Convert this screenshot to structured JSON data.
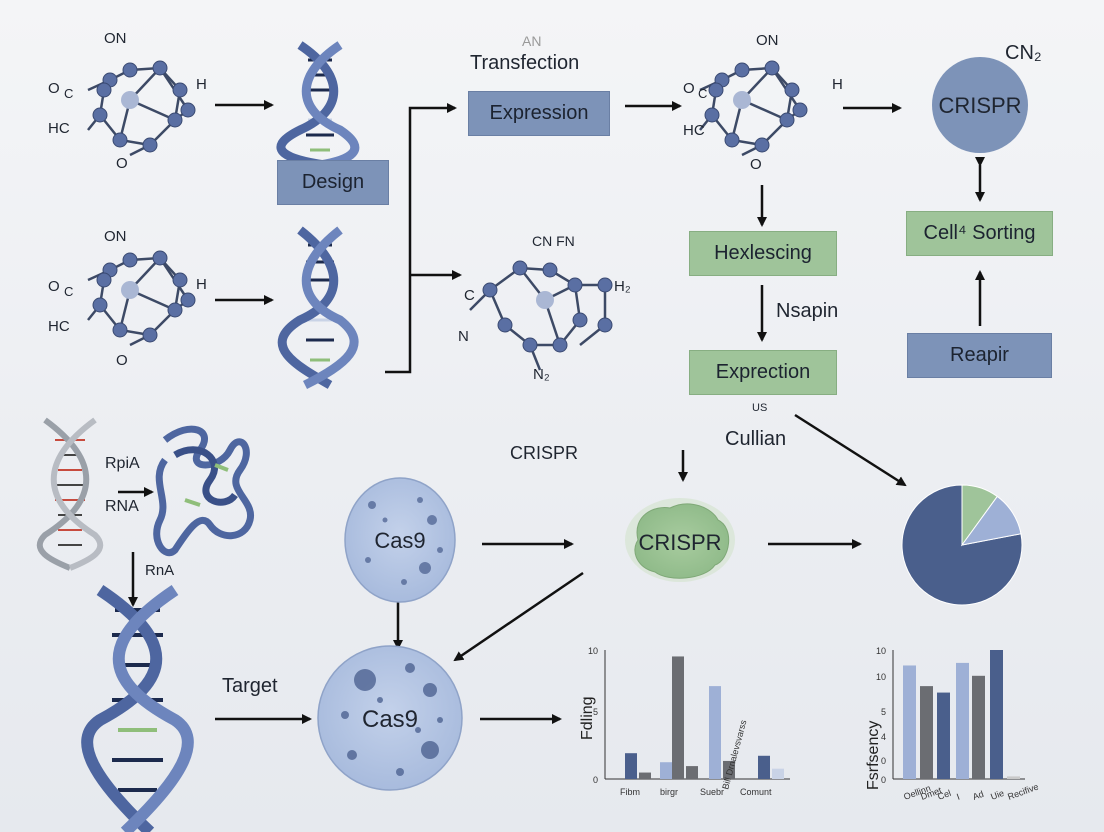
{
  "labels": {
    "transfection": "Transfection",
    "transfection_ghost": "AN",
    "cn_corner": "CN₂",
    "cn_fn": "CN  FN",
    "nsapin": "Nsapin",
    "us": "US",
    "cullian": "Cullian",
    "crispr_mid": "CRISPR",
    "rpia": "RpiA",
    "rna": "RNA",
    "rna_small": "RnA",
    "target": "Target"
  },
  "boxes": {
    "design": "Design",
    "expression": "Expression",
    "hexlescing": "Hexlescing",
    "expreection": "Exprection",
    "cell_sorting": "Cell⁴ Sorting",
    "reapir": "Reapir"
  },
  "circles": {
    "crispr_top": "CRISPR",
    "cas9_upper": "Cas9",
    "crispr_cell": "CRISPR",
    "cas9_lower": "Cas9"
  },
  "molecule_atoms": {
    "m1": [
      "ON",
      "O",
      "C",
      "HC",
      "H",
      "O"
    ],
    "m2": [
      "ON",
      "O",
      "C",
      "HC",
      "H",
      "O"
    ],
    "m3": [
      "ON",
      "O",
      "C",
      "HC",
      "H",
      "O"
    ],
    "m4": [
      "C",
      "N",
      "H₂",
      "N₂"
    ]
  },
  "colors": {
    "blue": "#7d93b8",
    "dark_blue": "#4a5f8c",
    "green": "#9fc49a",
    "gray": "#6b6d72",
    "light_blue": "#9eb0d6"
  },
  "chart_data": [
    {
      "type": "bar",
      "ylabel": "Fdling",
      "ylim": [
        0,
        10
      ],
      "yticks": [
        "10",
        "5",
        "0"
      ],
      "categories": [
        "Fibm",
        "birgr",
        "Suebr",
        "Comunt",
        "Bill Drnalevsvarss"
      ],
      "series": [
        {
          "values": [
            2.0,
            1.3,
            0.0,
            7.2,
            1.8
          ]
        },
        {
          "values": [
            0.5,
            9.5,
            1.0,
            1.4,
            0.8
          ]
        }
      ]
    },
    {
      "type": "bar",
      "ylabel": "Fsrfsency",
      "ylim": [
        0,
        10
      ],
      "yticks": [
        "10",
        "10",
        "5",
        "4",
        "0",
        "0"
      ],
      "categories": [
        "Oellinn",
        "Dmet",
        "Cel",
        "I",
        "Ad",
        "Uie",
        "Recifive"
      ],
      "values": [
        8.8,
        7.2,
        6.7,
        9.0,
        8.0,
        10.0,
        0.2
      ]
    },
    {
      "type": "pie",
      "values": [
        78,
        10,
        12
      ]
    }
  ]
}
